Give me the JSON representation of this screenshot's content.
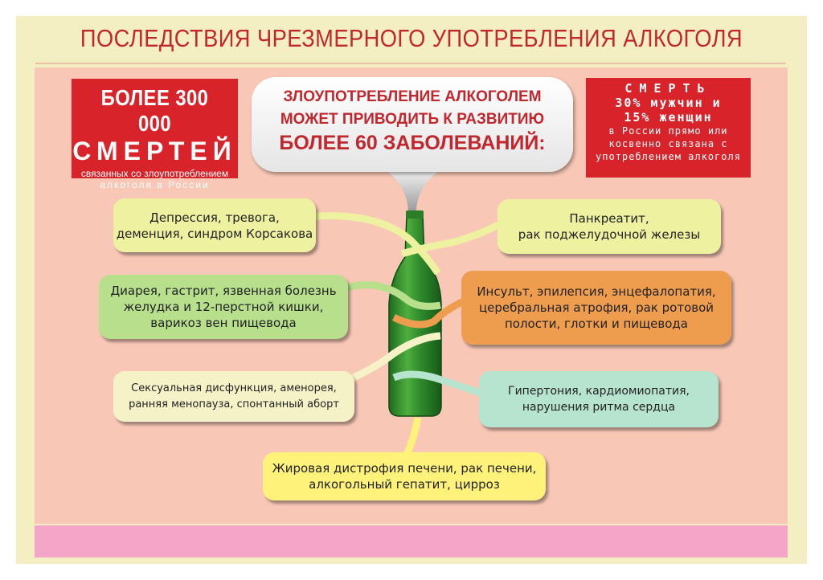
{
  "title": "ПОСЛЕДСТВИЯ ЧРЕЗМЕРНОГО УПОТРЕБЛЕНИЯ АЛКОГОЛЯ",
  "left_red_box": {
    "line1": "БОЛЕЕ 300 000",
    "line2": "СМЕРТЕЙ",
    "line3": "связанных со злоупотреблением",
    "line4": "алкоголя в России"
  },
  "right_red_box": {
    "line1": "СМЕРТЬ",
    "line2": "30% мужчин и",
    "line3": "15% женщин",
    "line4": "в России прямо или",
    "line5": "косвенно связана с",
    "line6": "употреблением алкоголя"
  },
  "bubble": {
    "line1": "ЗЛОУПОТРЕБЛЕНИЕ АЛКОГОЛЕМ",
    "line2": "МОЖЕТ ПРИВОДИТЬ К РАЗВИТИЮ",
    "line3": "БОЛЕЕ 60 ЗАБОЛЕВАНИЙ:"
  },
  "diseases": {
    "depression": "Депрессия, тревога,\nдеменция, синдром Корсакова",
    "gastric": "Диарея, гастрит, язвенная болезнь\nжелудка и 12-перстной кишки,\nварикоз вен пищевода",
    "sexual": "Сексуальная дисфункция, аменорея,\nранняя менопауза, спонтанный аборт",
    "liver": "Жировая дистрофия печени, рак печени,\nалкогольный гепатит, цирроз",
    "pancreas": "Панкреатит,\nрак поджелудочной железы",
    "stroke": "Инсульт, эпилепсия, энцефалопатия,\nцеребральная атрофия, рак ротовой\nполости, глотки и пищевода",
    "heart": "Гипертония, кардиомиопатия,\nнарушения ритма сердца"
  },
  "colors": {
    "title_red": "#c1272d",
    "box_red": "#d9232a",
    "panel_pink": "#f8c7b6",
    "bottle_green": "#2f8a2c"
  }
}
